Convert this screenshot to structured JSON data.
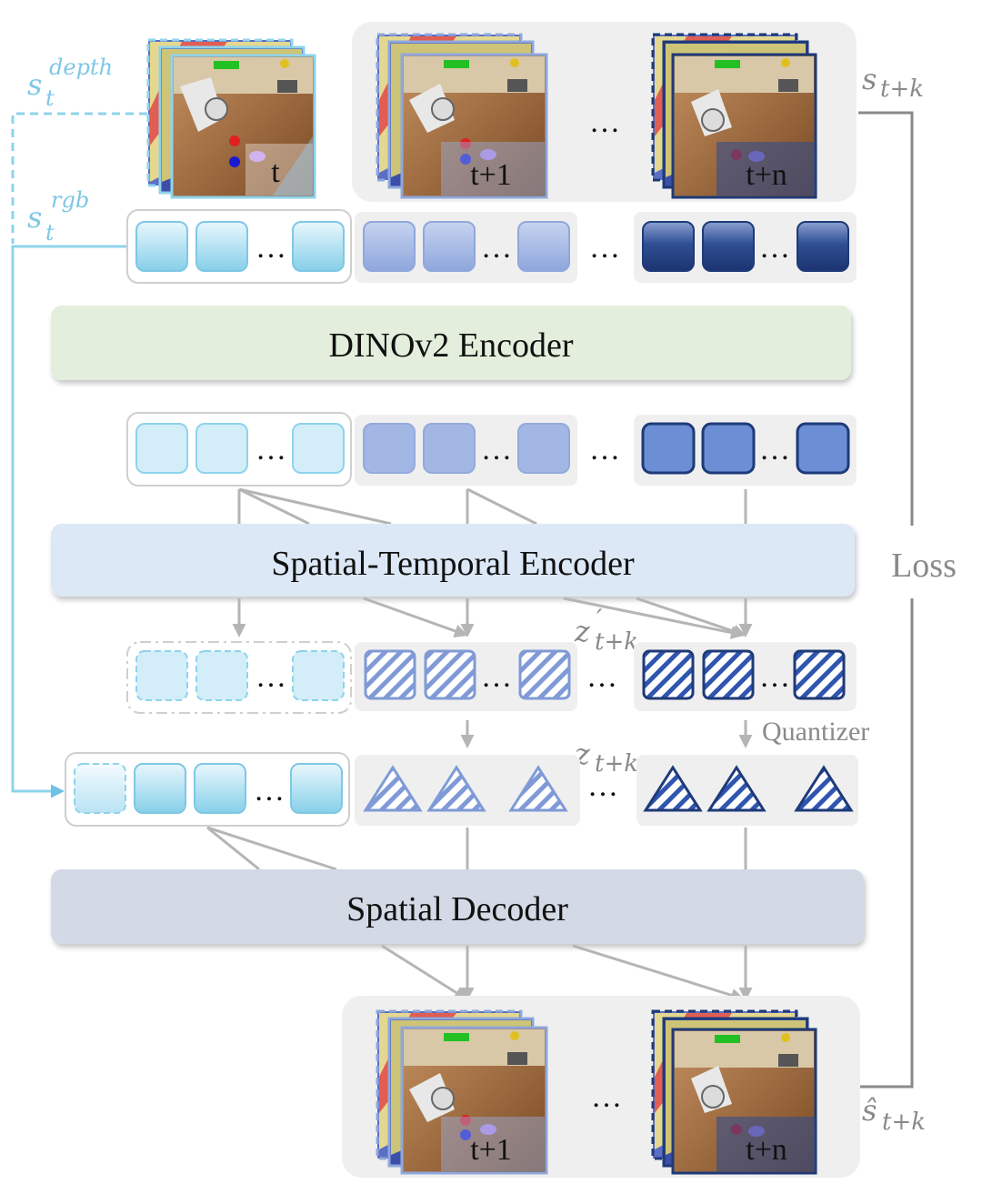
{
  "encoders": {
    "dino": "DINOv2 Encoder",
    "spatial_temporal": "Spatial-Temporal Encoder",
    "spatial_decoder": "Spatial Decoder"
  },
  "labels": {
    "loss": "Loss",
    "quantizer": "Quantizer",
    "ellipsis": "…"
  },
  "math": {
    "s_depth_base": "s",
    "s_depth_sub": "t",
    "s_depth_sup": "depth",
    "s_rgb_base": "s",
    "s_rgb_sub": "t",
    "s_rgb_sup": "rgb",
    "s_target_base": "s",
    "s_target_sub": "t+k",
    "s_hat_base": "ŝ",
    "s_hat_sub": "t+k",
    "z_prime_base": "z",
    "z_prime_sub": "t+k",
    "z_prime_sup": "′",
    "z_base": "z",
    "z_sub": "t+k"
  },
  "frames": {
    "input_t": "t",
    "input_t1": "t+1",
    "input_tn": "t+n",
    "output_t1": "t+1",
    "output_tn": "t+n"
  },
  "colors": {
    "cyan": "#8fd3ec",
    "cyan_dark": "#6cc3e6",
    "mid_blue": "#8fa8dc",
    "navy": "#1e3a78",
    "dino_green": "#e3efdc",
    "st_blue": "#dce8f6",
    "dec_gray": "#d3dae6",
    "panel_gray": "#efefef",
    "arrow_gray": "#b5b5b5",
    "loss_gray": "#8a8a8a"
  }
}
